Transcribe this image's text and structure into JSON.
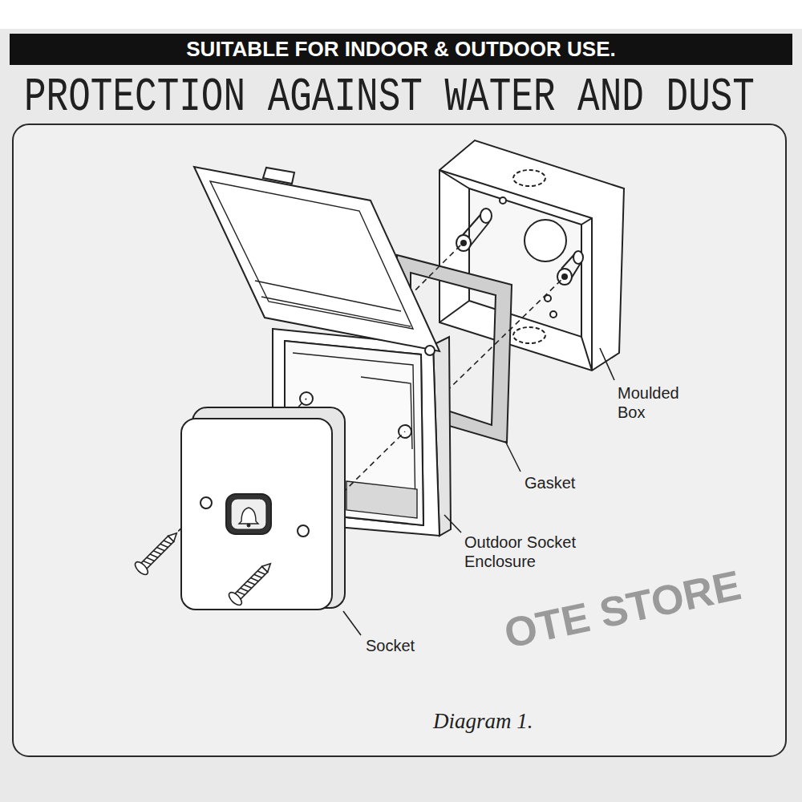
{
  "diagram": {
    "title": "PROTECTION AGAINST WATER AND DUST",
    "caption": "Diagram 1.",
    "nodes": [
      {
        "text": [
          "SUITABLE FOR INDOOR & OUTDOOR USE."
        ]
      }
    ],
    "labels": [
      "Moulded Box",
      "Gasket",
      "Outdoor Socket Enclosure",
      "Socket",
      "OTE STORE"
    ]
  }
}
